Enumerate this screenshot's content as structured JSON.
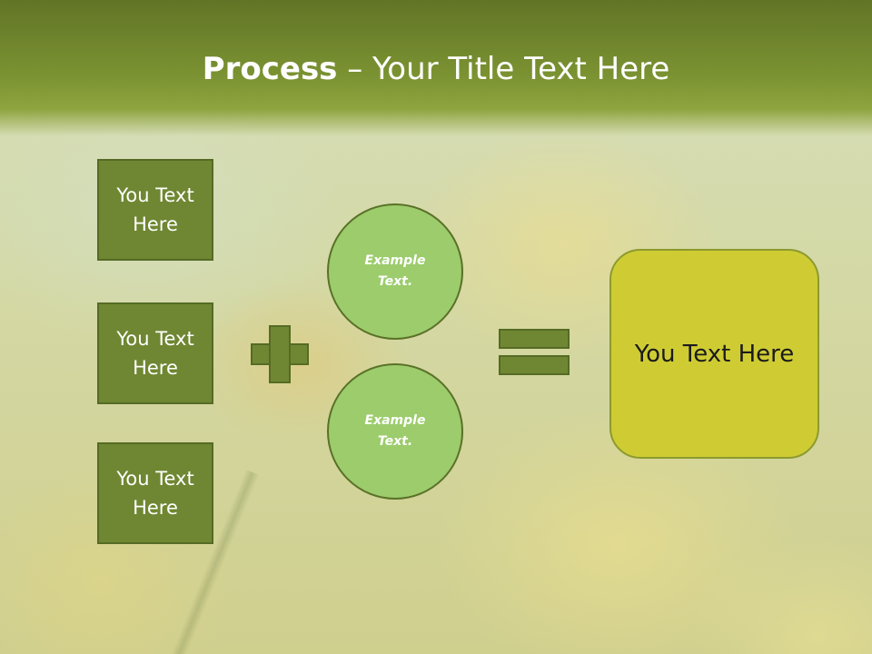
{
  "title": {
    "bold": "Process",
    "rest": " – Your Title Text Here"
  },
  "inputs": [
    {
      "label": "You Text Here"
    },
    {
      "label": "You Text Here"
    },
    {
      "label": "You Text Here"
    }
  ],
  "operators": {
    "plus": "plus-sign-icon",
    "equals": "equals-sign-icon"
  },
  "circles": [
    {
      "label": "Example Text."
    },
    {
      "label": "Example Text."
    }
  ],
  "result": {
    "label": "You Text Here"
  },
  "colors": {
    "header": "#7b9232",
    "box_fill": "#6f8732",
    "circle_fill": "#9ccc6c",
    "result_fill": "#cfcc33"
  }
}
